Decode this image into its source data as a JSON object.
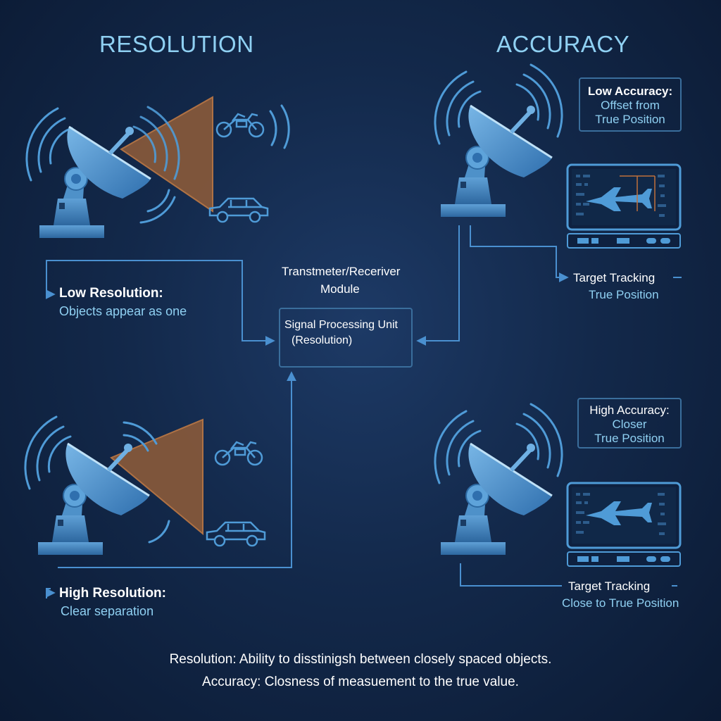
{
  "headers": {
    "resolution": "RESOLUTION",
    "accuracy": "ACCURACY"
  },
  "center": {
    "module_line1": "Transtmeter/Receriver",
    "module_line2": "Module",
    "spu_line1": "Signal Processing Unit",
    "spu_line2": "(Resolution)"
  },
  "resolution": {
    "low_title": "Low Resolution:",
    "low_desc": "Objects appear as one",
    "high_title": "High Resolution:",
    "high_desc": "Clear separation"
  },
  "accuracy": {
    "low_box_title": "Low Accuracy:",
    "low_box_line2": "Offset from",
    "low_box_line3": "True Position",
    "low_track_line1": "Target Tracking",
    "low_track_line2": "True Position",
    "high_box_title": "High Accuracy:",
    "high_box_line2": "Closer",
    "high_box_line3": "True Position",
    "high_track_line1": "Target Tracking",
    "high_track_line2": "Close to True Position"
  },
  "footer": {
    "line1": "Resolution: Ability to disstinigsh between closely spaced objects.",
    "line2": "Accuracy: Closness of measuement to the true value."
  },
  "icons": [
    "radar-dish-icon",
    "motorcycle-icon",
    "car-icon",
    "airplane-icon",
    "monitor-icon",
    "radio-wave-icon"
  ],
  "colors": {
    "accent": "#4a90c8",
    "beam": "#8a5a3a",
    "line": "#4a90d0",
    "text_blue": "#8fd0f2"
  }
}
